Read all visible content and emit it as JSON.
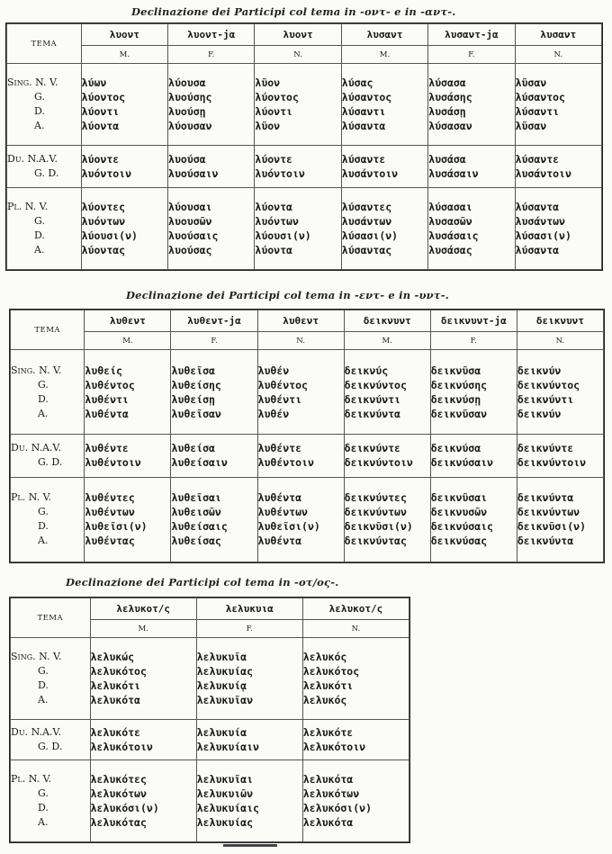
{
  "tables": [
    {
      "title": "Declinazione dei Participi col tema in -οντ- e in -αντ-.",
      "tema_label": "TEMA",
      "stems": [
        "λυοντ",
        "λυοντ-jα",
        "λυοντ",
        "λυσαντ",
        "λυσαντ-jα",
        "λυσαντ"
      ],
      "genders": [
        "M.",
        "F.",
        "N.",
        "M.",
        "F.",
        "N."
      ],
      "blocks": [
        {
          "cases": [
            {
              "num": "Sing.",
              "case": "N. V."
            },
            {
              "num": "",
              "case": "G."
            },
            {
              "num": "",
              "case": "D."
            },
            {
              "num": "",
              "case": "A."
            }
          ],
          "columns": [
            [
              "λύων",
              "λύοντος",
              "λύοντι",
              "λύοντα"
            ],
            [
              "λύουσα",
              "λυούσης",
              "λυούσῃ",
              "λύουσαν"
            ],
            [
              "λῦον",
              "λύοντος",
              "λύοντι",
              "λῦον"
            ],
            [
              "λύσας",
              "λύσαντος",
              "λύσαντι",
              "λύσαντα"
            ],
            [
              "λύσασα",
              "λυσάσης",
              "λυσάσῃ",
              "λύσασαν"
            ],
            [
              "λῦσαν",
              "λύσαντος",
              "λύσαντι",
              "λῦσαν"
            ]
          ]
        },
        {
          "cases": [
            {
              "num": "Du.",
              "case": "N.A.V."
            },
            {
              "num": "",
              "case": "G. D."
            }
          ],
          "columns": [
            [
              "λύοντε",
              "λυόντοιν"
            ],
            [
              "λυούσα",
              "λυούσαιν"
            ],
            [
              "λύοντε",
              "λυόντοιν"
            ],
            [
              "λύσαντε",
              "λυσάντοιν"
            ],
            [
              "λυσάσα",
              "λυσάσαιν"
            ],
            [
              "λύσαντε",
              "λυσάντοιν"
            ]
          ]
        },
        {
          "cases": [
            {
              "num": "Pl.",
              "case": "N. V."
            },
            {
              "num": "",
              "case": "G."
            },
            {
              "num": "",
              "case": "D."
            },
            {
              "num": "",
              "case": "A."
            }
          ],
          "columns": [
            [
              "λύοντες",
              "λυόντων",
              "λύουσι(ν)",
              "λύοντας"
            ],
            [
              "λύουσαι",
              "λυουσῶν",
              "λυούσαις",
              "λυούσας"
            ],
            [
              "λύοντα",
              "λυόντων",
              "λύουσι(ν)",
              "λύοντα"
            ],
            [
              "λύσαντες",
              "λυσάντων",
              "λύσασι(ν)",
              "λύσαντας"
            ],
            [
              "λύσασαι",
              "λυσασῶν",
              "λυσάσαις",
              "λυσάσας"
            ],
            [
              "λύσαντα",
              "λυσάντων",
              "λύσασι(ν)",
              "λύσαντα"
            ]
          ]
        }
      ]
    },
    {
      "title": "Declinazione dei Participi col tema in -εντ- e in -υντ-.",
      "tema_label": "TEMA",
      "stems": [
        "λυθεντ",
        "λυθεντ-jα",
        "λυθεντ",
        "δεικνυντ",
        "δεικνυντ-jα",
        "δεικνυντ"
      ],
      "genders": [
        "M.",
        "F.",
        "N.",
        "M.",
        "F.",
        "N."
      ],
      "blocks": [
        {
          "cases": [
            {
              "num": "Sing.",
              "case": "N. V."
            },
            {
              "num": "",
              "case": "G."
            },
            {
              "num": "",
              "case": "D."
            },
            {
              "num": "",
              "case": "A."
            }
          ],
          "columns": [
            [
              "λυθείς",
              "λυθέντος",
              "λυθέντι",
              "λυθέντα"
            ],
            [
              "λυθεῖσα",
              "λυθείσης",
              "λυθείσῃ",
              "λυθεῖσαν"
            ],
            [
              "λυθέν",
              "λυθέντος",
              "λυθέντι",
              "λυθέν"
            ],
            [
              "δεικνύς",
              "δεικνύντος",
              "δεικνύντι",
              "δεικνύντα"
            ],
            [
              "δεικνῦσα",
              "δεικνύσης",
              "δεικνύσῃ",
              "δεικνῦσαν"
            ],
            [
              "δεικνύν",
              "δεικνύντος",
              "δεικνύντι",
              "δεικνύν"
            ]
          ]
        },
        {
          "cases": [
            {
              "num": "Du.",
              "case": "N.A.V."
            },
            {
              "num": "",
              "case": "G. D."
            }
          ],
          "columns": [
            [
              "λυθέντε",
              "λυθέντοιν"
            ],
            [
              "λυθείσα",
              "λυθείσαιν"
            ],
            [
              "λυθέντε",
              "λυθέντοιν"
            ],
            [
              "δεικνύντε",
              "δεικνύντοιν"
            ],
            [
              "δεικνύσα",
              "δεικνύσαιν"
            ],
            [
              "δεικνύντε",
              "δεικνύντοιν"
            ]
          ]
        },
        {
          "cases": [
            {
              "num": "Pl.",
              "case": "N. V."
            },
            {
              "num": "",
              "case": "G."
            },
            {
              "num": "",
              "case": "D."
            },
            {
              "num": "",
              "case": "A."
            }
          ],
          "columns": [
            [
              "λυθέντες",
              "λυθέντων",
              "λυθεῖσι(ν)",
              "λυθέντας"
            ],
            [
              "λυθεῖσαι",
              "λυθεισῶν",
              "λυθείσαις",
              "λυθείσας"
            ],
            [
              "λυθέντα",
              "λυθέντων",
              "λυθεῖσι(ν)",
              "λυθέντα"
            ],
            [
              "δεικνύντες",
              "δεικνύντων",
              "δεικνῦσι(ν)",
              "δεικνύντας"
            ],
            [
              "δεικνῦσαι",
              "δεικνυσῶν",
              "δεικνύσαις",
              "δεικνύσας"
            ],
            [
              "δεικνύντα",
              "δεικνύντων",
              "δεικνῦσι(ν)",
              "δεικνύντα"
            ]
          ]
        }
      ]
    },
    {
      "title": "Declinazione dei Participi col tema in -οτ/ος-.",
      "tema_label": "TEMA",
      "stems": [
        "λελυκοτ/ς",
        "λελυκυια",
        "λελυκοτ/ς"
      ],
      "genders": [
        "M.",
        "F.",
        "N."
      ],
      "blocks": [
        {
          "cases": [
            {
              "num": "Sing.",
              "case": "N. V."
            },
            {
              "num": "",
              "case": "G."
            },
            {
              "num": "",
              "case": "D."
            },
            {
              "num": "",
              "case": "A."
            }
          ],
          "columns": [
            [
              "λελυκώς",
              "λελυκότος",
              "λελυκότι",
              "λελυκότα"
            ],
            [
              "λελυκυῖα",
              "λελυκυίας",
              "λελυκυίᾳ",
              "λελυκυῖαν"
            ],
            [
              "λελυκός",
              "λελυκότος",
              "λελυκότι",
              "λελυκός"
            ]
          ]
        },
        {
          "cases": [
            {
              "num": "Du.",
              "case": "N.A.V."
            },
            {
              "num": "",
              "case": "G. D."
            }
          ],
          "columns": [
            [
              "λελυκότε",
              "λελυκότοιν"
            ],
            [
              "λελυκυία",
              "λελυκυίαιν"
            ],
            [
              "λελυκότε",
              "λελυκότοιν"
            ]
          ]
        },
        {
          "cases": [
            {
              "num": "Pl.",
              "case": "N. V."
            },
            {
              "num": "",
              "case": "G."
            },
            {
              "num": "",
              "case": "D."
            },
            {
              "num": "",
              "case": "A."
            }
          ],
          "columns": [
            [
              "λελυκότες",
              "λελυκότων",
              "λελυκόσι(ν)",
              "λελυκότας"
            ],
            [
              "λελυκυῖαι",
              "λελυκυιῶν",
              "λελυκυίαις",
              "λελυκυίας"
            ],
            [
              "λελυκότα",
              "λελυκότων",
              "λελυκόσι(ν)",
              "λελυκότα"
            ]
          ]
        }
      ]
    }
  ]
}
